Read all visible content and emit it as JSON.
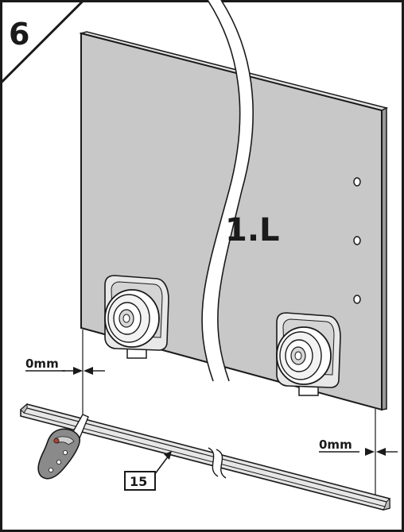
{
  "step": {
    "number": "6"
  },
  "panel": {
    "label": "1.L"
  },
  "gaps": {
    "left": "0mm",
    "right": "0mm"
  },
  "rail": {
    "part_label": "15"
  },
  "colors": {
    "panel_fill": "#c8c8c8",
    "panel_edge": "#9a9a9a",
    "outline": "#1a1a1a",
    "knife_grip": "#8a8a8a",
    "knife_accent": "#b0412f"
  }
}
